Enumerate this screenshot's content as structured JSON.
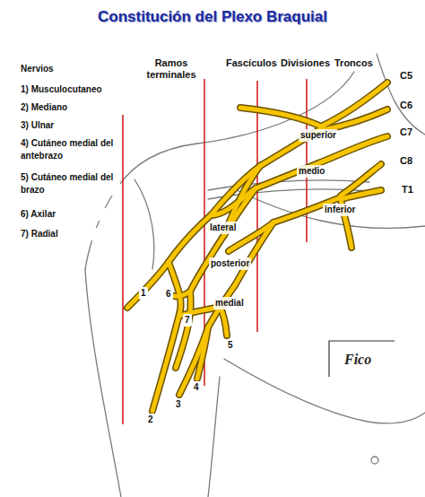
{
  "diagram": {
    "title": "Constitución del Plexo Braquial",
    "labels": [
      "Nervios",
      "1) Musculocutaneo",
      "2) Mediano",
      "3) Ulnar",
      "4) Cutáneo medial del antebrazo",
      "5) Cutáneo medial del brazo",
      "6) Axilar",
      "7) Radial",
      "Ramos terminales",
      "Fascículos",
      "Divisiones",
      "Troncos",
      "C5",
      "C6",
      "C7",
      "C8",
      "T1",
      "superior",
      "medio",
      "inferior",
      "lateral",
      "posterior",
      "medial",
      "1",
      "6",
      "7",
      "5",
      "4",
      "3",
      "2",
      "Fico"
    ]
  }
}
